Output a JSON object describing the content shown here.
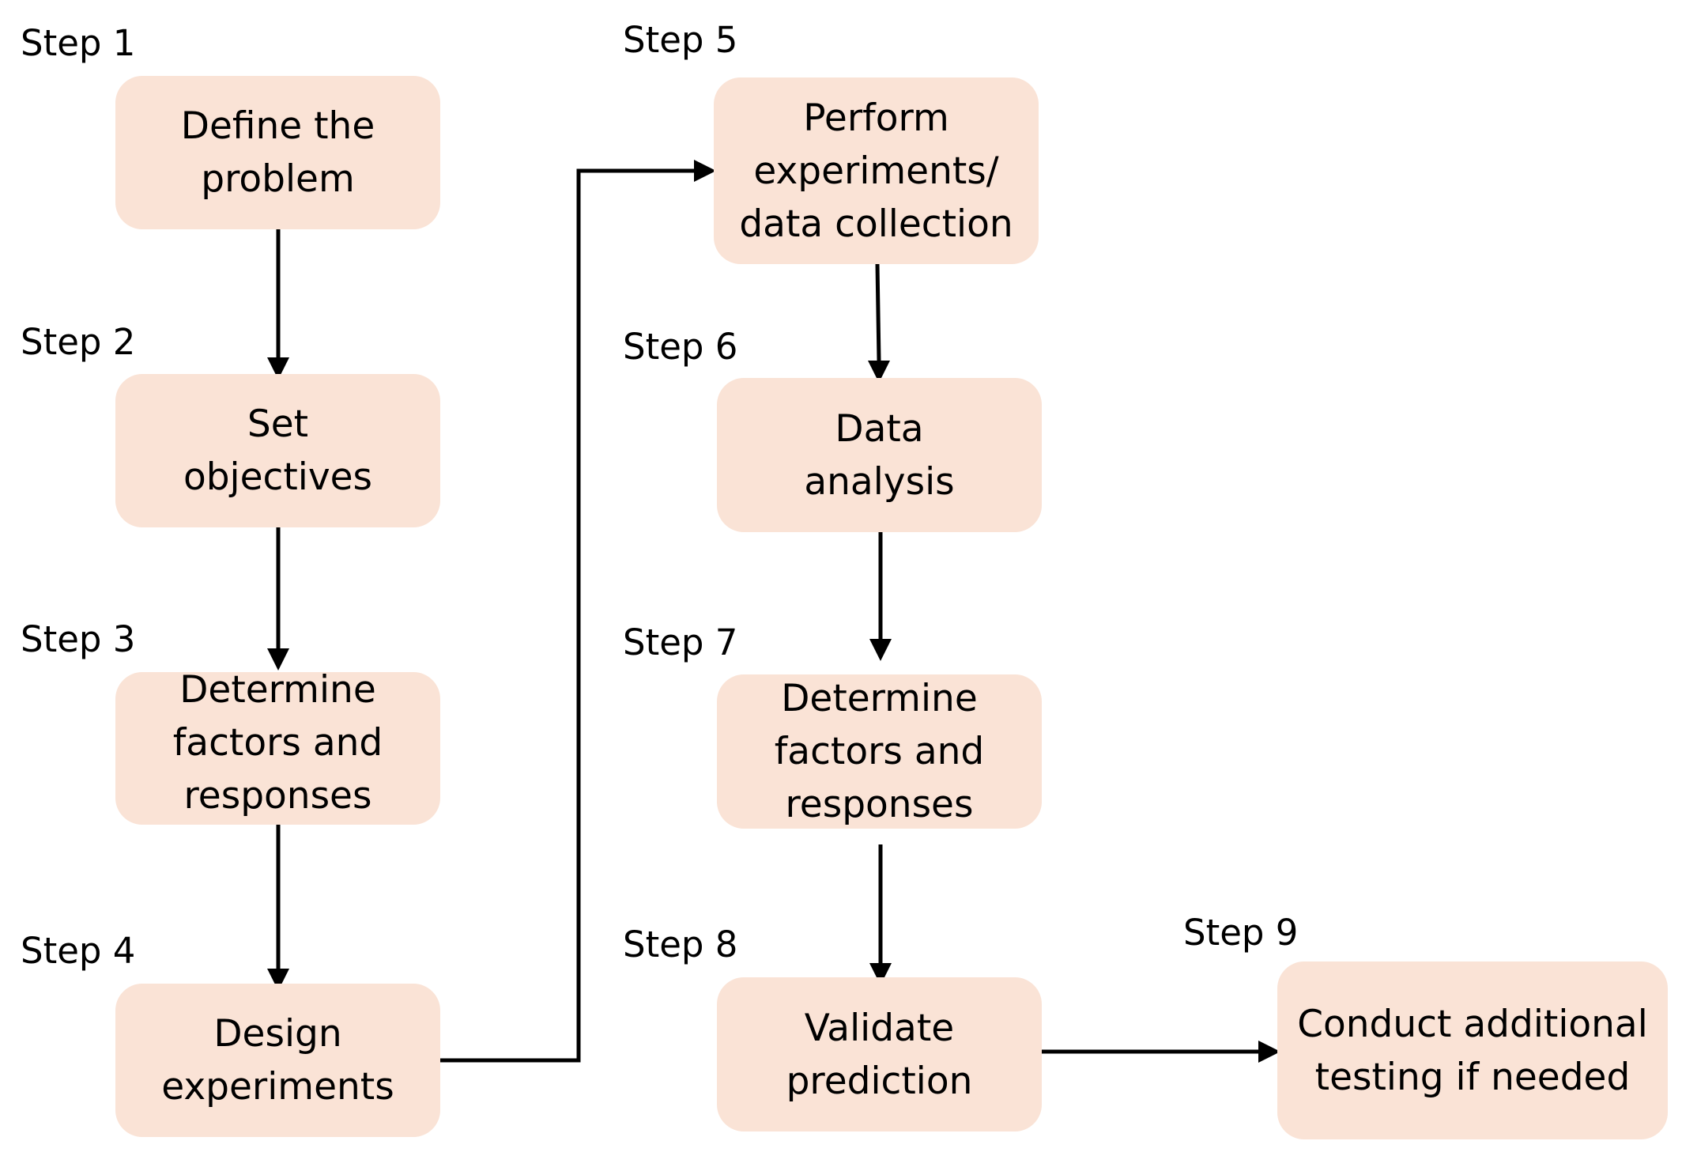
{
  "colors": {
    "box_fill": "#fae3d6",
    "arrow": "#000000",
    "text": "#000000"
  },
  "steps": [
    {
      "label": "Step 1",
      "text": "Define the\nproblem"
    },
    {
      "label": "Step 2",
      "text": "Set\nobjectives"
    },
    {
      "label": "Step 3",
      "text": "Determine\nfactors and\nresponses"
    },
    {
      "label": "Step 4",
      "text": "Design\nexperiments"
    },
    {
      "label": "Step 5",
      "text": "Perform\nexperiments/\ndata collection"
    },
    {
      "label": "Step 6",
      "text": "Data\nanalysis"
    },
    {
      "label": "Step 7",
      "text": "Determine\nfactors and\nresponses"
    },
    {
      "label": "Step 8",
      "text": "Validate\nprediction"
    },
    {
      "label": "Step 9",
      "text": "Conduct additional\ntesting if needed"
    }
  ]
}
